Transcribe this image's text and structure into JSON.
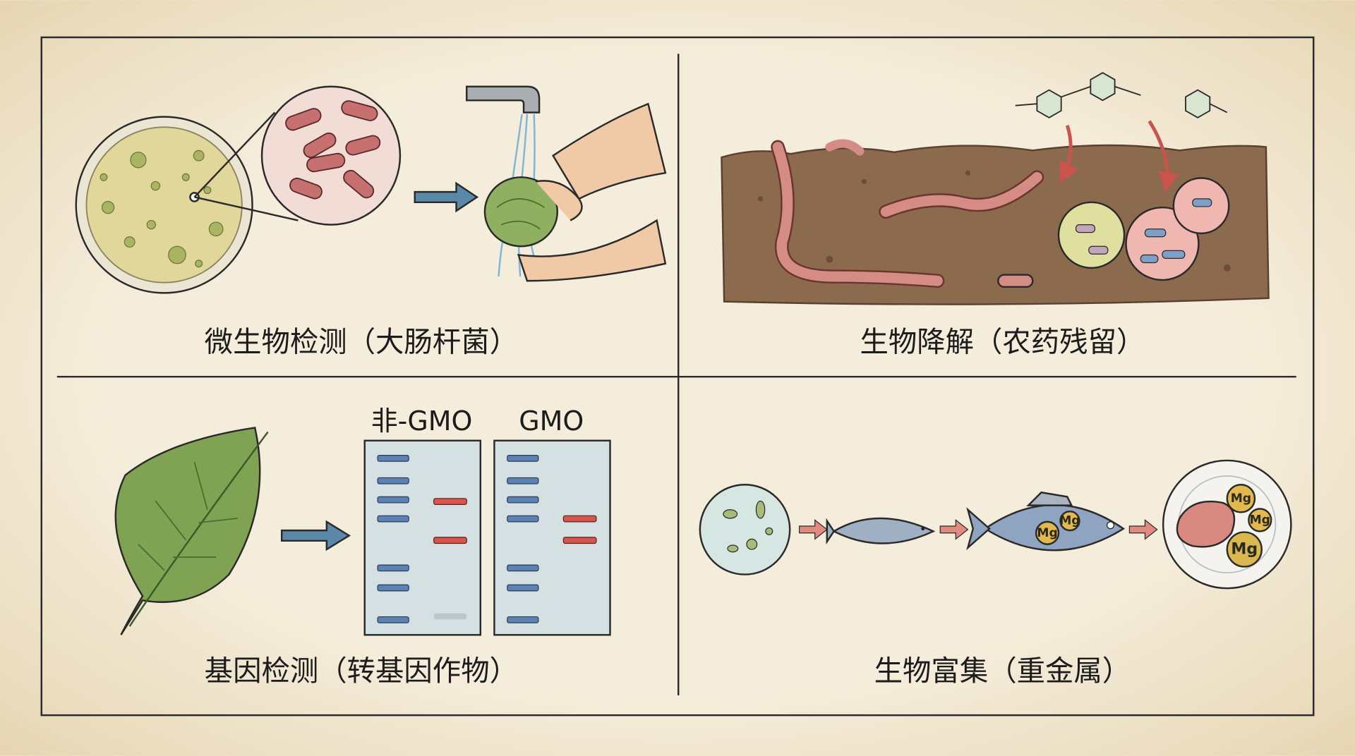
{
  "panels": {
    "microbial": {
      "title": "微生物检测（大肠杆菌）"
    },
    "biodegradation": {
      "title": "生物降解（农药残留）"
    },
    "genetic": {
      "title": "基因检测（转基因作物）",
      "gel_labels": [
        "非-GMO",
        "GMO"
      ]
    },
    "bioaccumulation": {
      "title": "生物富集（重金属）",
      "element_labels": [
        "Mg",
        "Mg",
        "Mg",
        "Mg",
        "Mg"
      ]
    }
  },
  "colors": {
    "background": "#f3ead6",
    "arrow_blue": "#5b87a8",
    "arrow_red": "#d9706a",
    "ladder_band": "#5c82b4",
    "gmo_band": "#d6564e"
  }
}
